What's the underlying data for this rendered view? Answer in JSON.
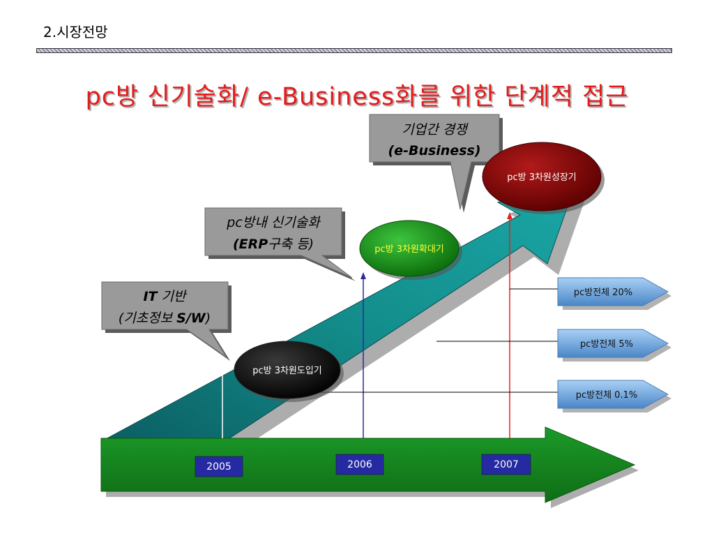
{
  "header": {
    "section_title": "2.시장전망",
    "main_title": "pc방 신기술화/ e-Business화를 위한 단계적 접근"
  },
  "stages": [
    {
      "label": "pc방 3차원도입기",
      "color": "#000000",
      "text_color": "#ffffff"
    },
    {
      "label": "pc방 3차원확대기",
      "color": "#118811",
      "text_color": "#ffff33"
    },
    {
      "label": "pc방 3차원성장기",
      "color": "#7a0000",
      "text_color": "#ffffff"
    }
  ],
  "callouts": [
    {
      "line1_em": "IT",
      "line1_rest": " 기반",
      "line2_pre": "(기초정보 ",
      "line2_em": "S/W",
      "line2_post": ")"
    },
    {
      "line1": "pc방내 신기술화",
      "line2_em": "(ERP",
      "line2_rest": "구축 등)"
    },
    {
      "line1": "기업간 경쟁",
      "line2_em": "(e-Business)"
    }
  ],
  "years": [
    "2005",
    "2006",
    "2007"
  ],
  "market_share": [
    "pc방전체 20%",
    "pc방전체 5%",
    "pc방전체 0.1%"
  ],
  "colors": {
    "title_red": "#e31b1b",
    "teal_arrow": "#0f8a86",
    "green_arrow": "#15851f",
    "year_box": "#262aa2",
    "callout_gray": "#9a9a9a",
    "pentagon_blue": "#5b9ad6"
  }
}
